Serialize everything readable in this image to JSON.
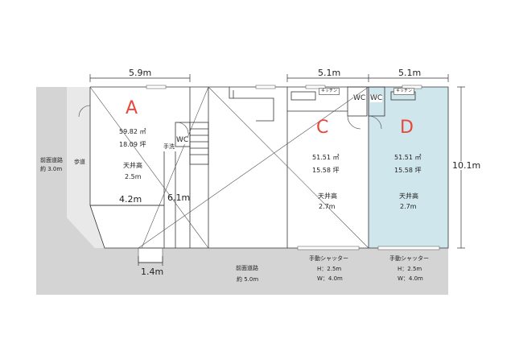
{
  "dimensions": {
    "width_a": "5.9m",
    "width_c": "5.1m",
    "width_d": "5.1m",
    "depth": "10.1m",
    "inner_width_a": "4.2m",
    "inner_depth_a": "6.1m",
    "entrance_width": "1.4m"
  },
  "units": [
    {
      "letter": "A",
      "area_m2": "59.82 ㎡",
      "area_tsubo": "18.09 坪",
      "ceiling_label": "天井高",
      "ceiling_height": "2.5m"
    },
    {
      "letter": "C",
      "area_m2": "51.51 ㎡",
      "area_tsubo": "15.58 坪",
      "ceiling_label": "天井高",
      "ceiling_height": "2.7m"
    },
    {
      "letter": "D",
      "area_m2": "51.51 ㎡",
      "area_tsubo": "15.58 坪",
      "ceiling_label": "天井高",
      "ceiling_height": "2.7m"
    }
  ],
  "fixtures": {
    "wc_a": "WC",
    "wc_c": "WC",
    "wc_d": "WC",
    "sink": "手洗",
    "kitchen_c": "キッチン",
    "kitchen_d": "キッチン"
  },
  "shutters": [
    {
      "label": "手動シャッター",
      "height": "H：2.5m",
      "width": "W：4.0m"
    },
    {
      "label": "手動シャッター",
      "height": "H：2.5m",
      "width": "W：4.0m"
    }
  ],
  "roads": {
    "side_road_label": "前面道路",
    "side_road_width": "約 3.0m",
    "sidewalk": "歩道",
    "front_road_label": "前面道路",
    "front_road_width": "約 5.0m"
  },
  "colors": {
    "road": "#d4d4d4",
    "sidewalk": "#e9e9e9",
    "unit_d_fill": "#cfe6ec",
    "letter": "#e8473a",
    "wall": "#333333"
  }
}
